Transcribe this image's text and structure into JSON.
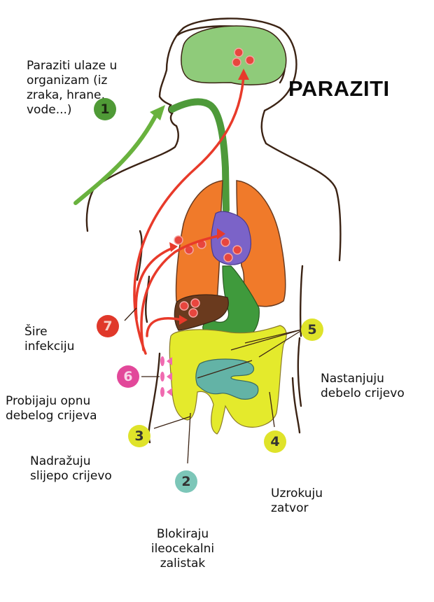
{
  "title": "PARAZITI",
  "colors": {
    "brain": "#8fcb7a",
    "airway": "#4e9a3a",
    "lungs": "#f07a2a",
    "heart": "#7b63c8",
    "liver": "#6a3a1e",
    "stomach": "#3f9a3c",
    "colon": "#e4ea2c",
    "small_intestine": "#63b3a6",
    "parasite": "#e8463e",
    "path_arrow": "#e83a2a",
    "entry_arrow": "#69b23e",
    "perforation": "#f06ab0",
    "outline": "#3b2314"
  },
  "steps": [
    {
      "number": "1",
      "color": "#4f9a36",
      "text_color": "#1d2a12",
      "lines": [
        "Paraziti ulaze u",
        "organizam (iz",
        "zraka, hrane,",
        "vode...)"
      ]
    },
    {
      "number": "2",
      "color": "#7cc6b8",
      "text_color": "#333",
      "lines": [
        "Blokiraju",
        "ileocekalni",
        "zalistak"
      ]
    },
    {
      "number": "3",
      "color": "#dfe32a",
      "text_color": "#333",
      "lines": [
        "Nadražuju",
        "slijepo crijevo"
      ]
    },
    {
      "number": "4",
      "color": "#dfe32a",
      "text_color": "#333",
      "lines": [
        "Uzrokuju",
        "zatvor"
      ]
    },
    {
      "number": "5",
      "color": "#dfe32a",
      "text_color": "#333",
      "lines": [
        "Nastanjuju",
        "debelo crijevo"
      ]
    },
    {
      "number": "6",
      "color": "#e2489a",
      "text_color": "#f8d5e8",
      "lines": [
        "Probijaju opnu",
        "debelog crijeva"
      ]
    },
    {
      "number": "7",
      "color": "#e0382a",
      "text_color": "#f6d0c8",
      "lines": [
        "Šire",
        "infekciju"
      ]
    }
  ]
}
